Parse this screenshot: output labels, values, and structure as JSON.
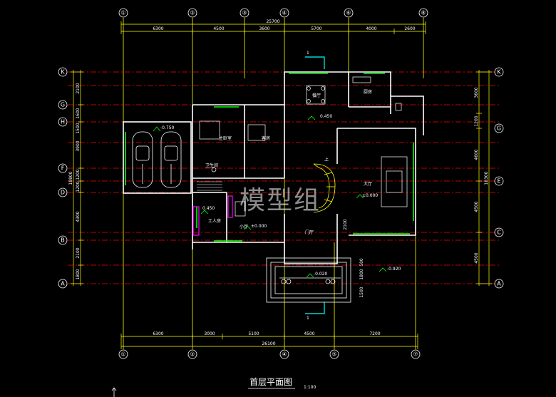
{
  "drawing": {
    "title": "首层平面图",
    "scale": "1:100",
    "watermark": "模型组",
    "section_marker": "1"
  },
  "axes": {
    "top_bubbles": [
      "①",
      "②",
      "③",
      "④",
      "⑥",
      "⑧"
    ],
    "bottom_bubbles": [
      "①",
      "②",
      "④",
      "⑤",
      "⑦"
    ],
    "left_bubbles": [
      "K",
      "G",
      "H",
      "F",
      "D",
      "B",
      "A"
    ],
    "right_bubbles": [
      "K",
      "G",
      "E",
      "C",
      "A"
    ]
  },
  "dimensions": {
    "top_total": "25700",
    "top_segments": [
      "6300",
      "4500",
      "3600",
      "5700",
      "4000",
      "2600"
    ],
    "bottom_segments": [
      "6300",
      "3000",
      "5100",
      "4500",
      "7200"
    ],
    "bottom_total": "26100",
    "left_segments": [
      "2100",
      "1600",
      "1500",
      "3900",
      "1200",
      "1200",
      "4300",
      "2100",
      "1800"
    ],
    "left_total": "19800",
    "right_segments": [
      "3600",
      "1200",
      "4600",
      "4500",
      "4500"
    ],
    "right_total": "18300"
  },
  "rooms": {
    "dining": "餐厅",
    "kitchen": "厨房",
    "master_bedroom": "主卧室",
    "guest_room": "客房",
    "living_room": "大厅",
    "bathroom": "卫生间",
    "servant_room": "工人房",
    "foyer": "门厅",
    "small_hall": "小厅"
  },
  "levels": {
    "garage": "-0.750",
    "dining": "0.450",
    "living": "±0.000",
    "small_hall": "±0.000",
    "stair": "0.450",
    "entrance": "-0.020",
    "terrace": "-0.920",
    "up_label": "上"
  },
  "misc_dims": {
    "door_width": "2100",
    "porch_a": "500",
    "porch_b": "1800",
    "porch_c": "1500"
  },
  "colors": {
    "background": "#000000",
    "grid_line": "#ff0000",
    "axis_line": "#ffff00",
    "wall": "#ffffff",
    "window": "#00ff00",
    "furniture": "#ffffff",
    "highlight": "#ff00ff",
    "stair": "#ffff00"
  }
}
